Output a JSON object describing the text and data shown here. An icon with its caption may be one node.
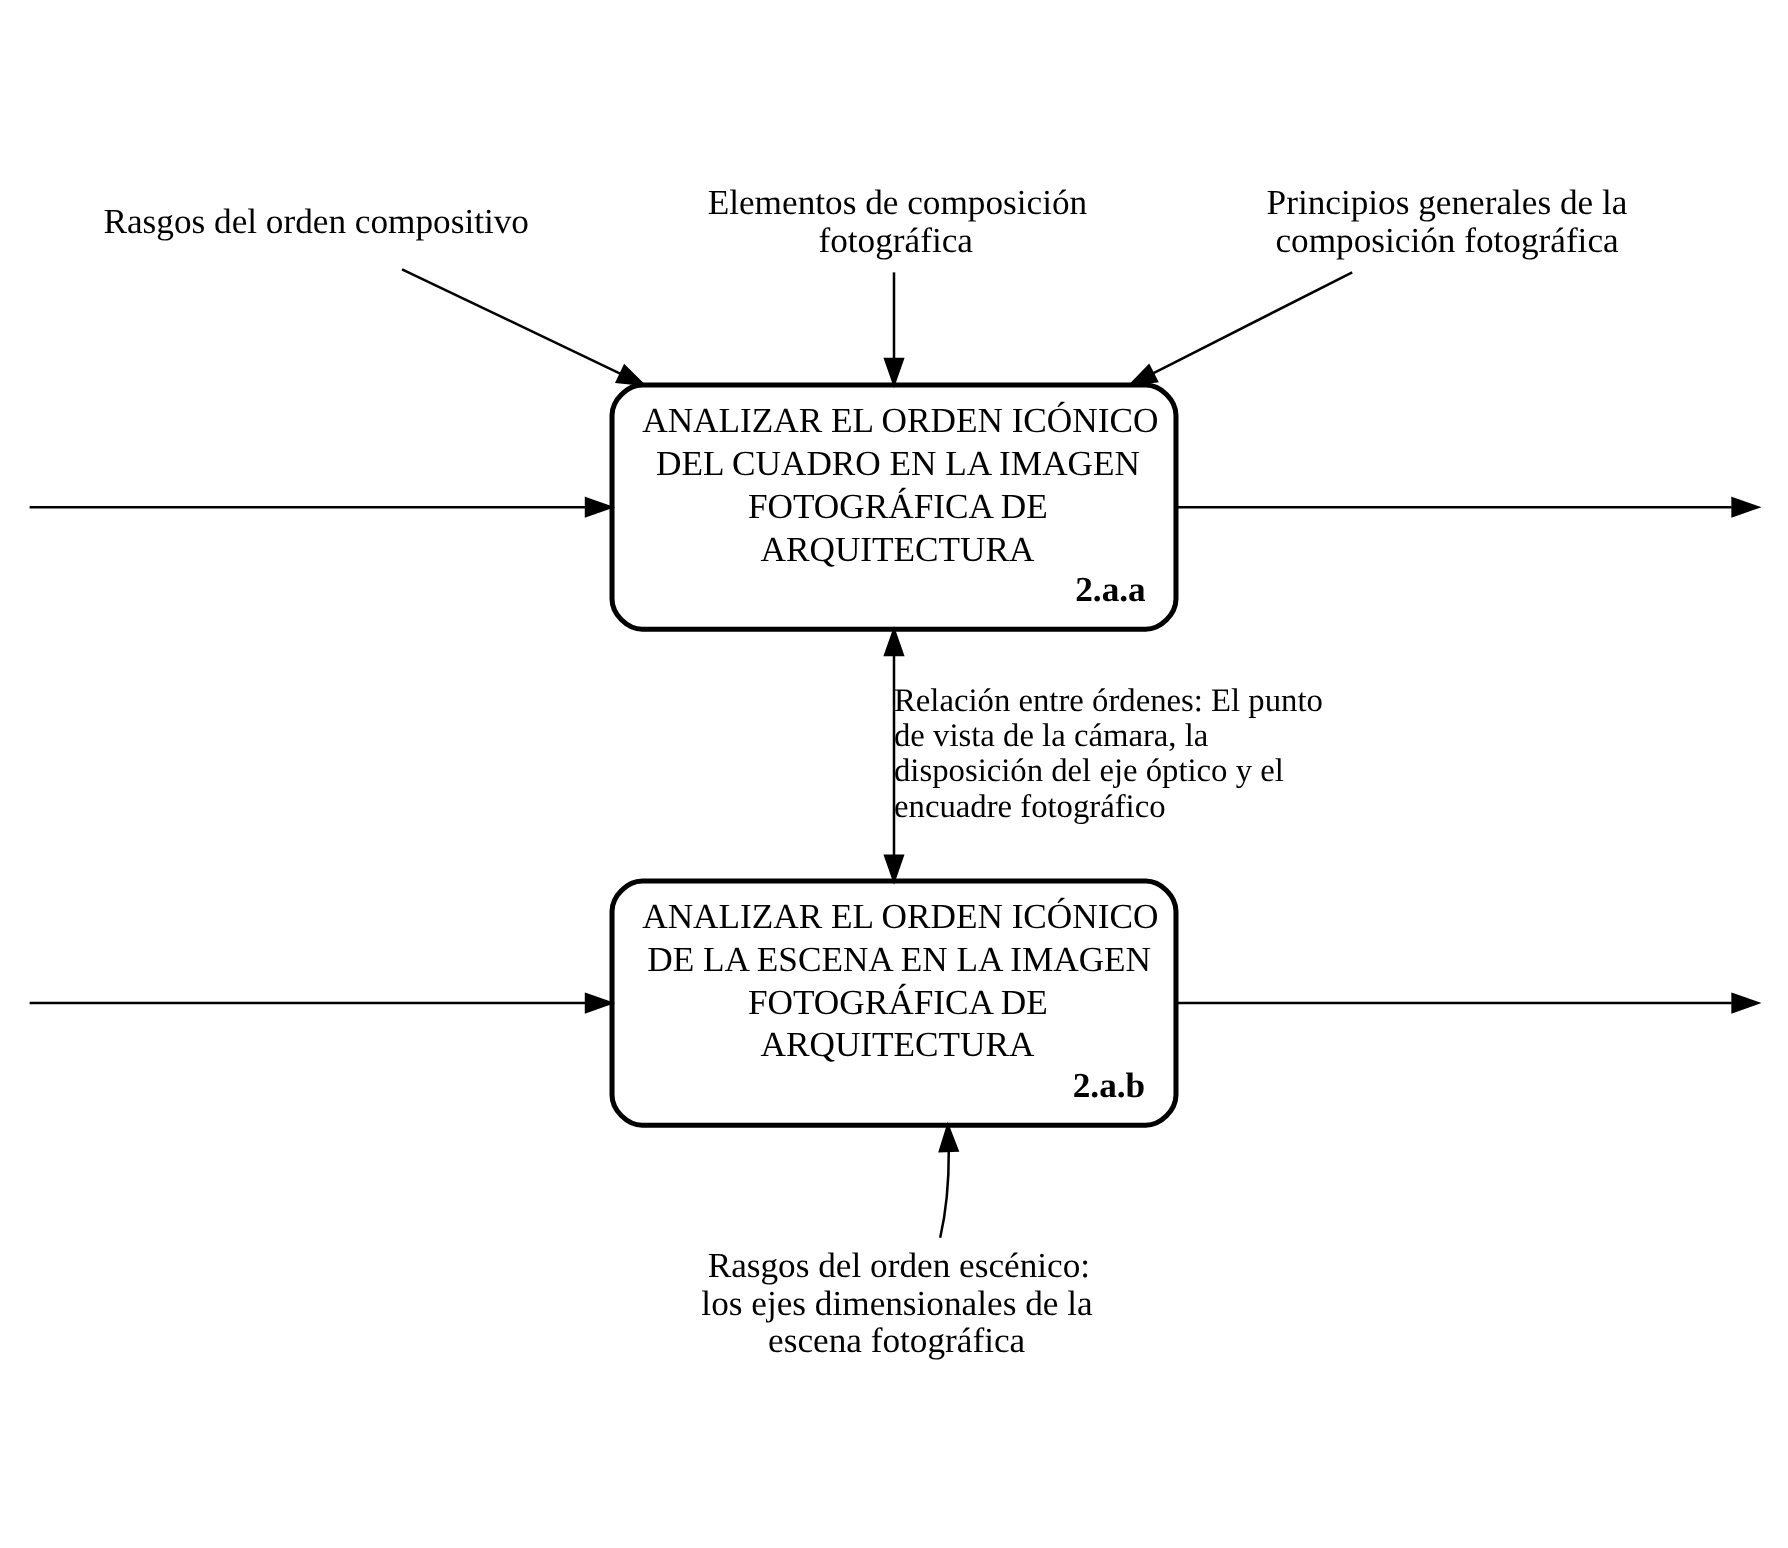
{
  "diagram": {
    "nodes": [
      {
        "text": [
          "ANALIZAR EL ORDEN ICÓNICO DEL CUADRO EN LA IMAGEN FOTOGRÁFICA DE ARQUITECTURA",
          "2.a.a"
        ]
      },
      {
        "text": [
          "ANALIZAR EL ORDEN ICÓNICO DE LA ESCENA EN LA IMAGEN FOTOGRÁFICA DE ARQUITECTURA",
          "2.a.b"
        ]
      },
      {
        "text": [
          "Rasgos del orden compositivo"
        ]
      },
      {
        "text": [
          "Elementos de composición fotográfica"
        ]
      },
      {
        "text": [
          "Principios generales de la composición fotográfica"
        ]
      },
      {
        "text": [
          "Rasgos del orden escénico: los ejes dimensionales de la escena fotográfica"
        ]
      }
    ],
    "edges": [
      {
        "from": null,
        "to": 0,
        "arrow": "to"
      },
      {
        "from": null,
        "to": 1,
        "arrow": "to"
      },
      {
        "from": 2,
        "to": 0,
        "arrow": "to"
      },
      {
        "from": 3,
        "to": 0,
        "arrow": "to"
      },
      {
        "from": 4,
        "to": 0,
        "arrow": "to"
      },
      {
        "from": 0,
        "to": 1,
        "arrow": "both",
        "label": "Relación entre órdenes: El punto de vista de la cámara, la disposición del eje óptico y el encuadre fotográfico"
      },
      {
        "from": 5,
        "to": 1,
        "arrow": "to"
      },
      {
        "from": 0,
        "to": null,
        "arrow": "to"
      },
      {
        "from": 1,
        "to": null,
        "arrow": "to"
      }
    ]
  }
}
